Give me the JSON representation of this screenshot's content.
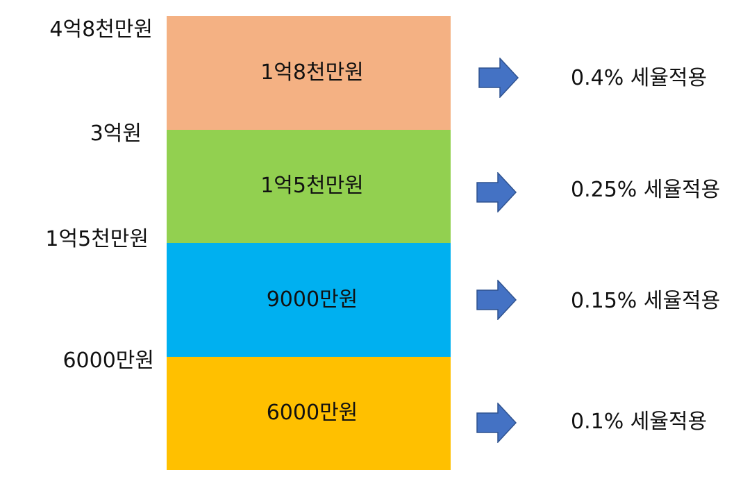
{
  "thresholds": [
    "4억8천만원",
    "3억원",
    "1억5천만원",
    "6000만원"
  ],
  "tiers": [
    {
      "label": "1억8천만원",
      "color": "#F4B183",
      "rate": "0.4% 세율적용"
    },
    {
      "label": "1억5천만원",
      "color": "#92D050",
      "rate": "0.25% 세율적용"
    },
    {
      "label": "9000만원",
      "color": "#00B0F0",
      "rate": "0.15% 세율적용"
    },
    {
      "label": "6000만원",
      "color": "#FFC000",
      "rate": "0.1% 세율적용"
    }
  ],
  "arrow_color": "#4472C4",
  "arrow_icon": "right-arrow-icon"
}
